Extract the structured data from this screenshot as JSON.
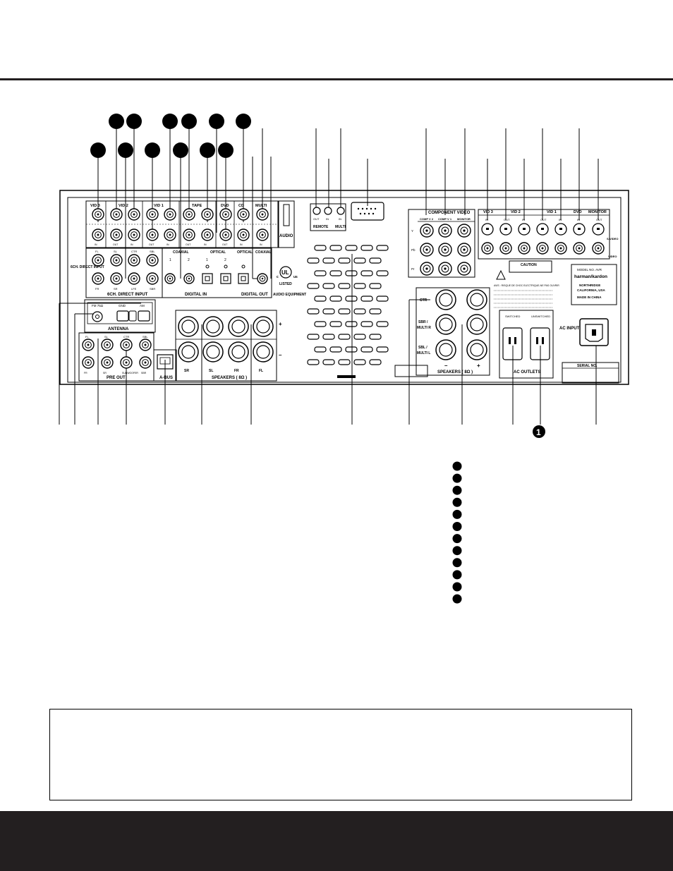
{
  "colors": {
    "ink": "#000000",
    "footer": "#231f20",
    "paper": "#ffffff"
  },
  "jacks_top_row": [
    "VID 3",
    "VID 2",
    "VID 1",
    "TAPE",
    "DVD",
    "CD",
    "MULTI"
  ],
  "jacks_top_row_sub": [
    "IN",
    "OUT",
    "IN",
    "OUT",
    "IN",
    "OUT",
    "IN",
    "OUT",
    "IN",
    "IN",
    "IN",
    "OUT"
  ],
  "audio": "AUDIO",
  "six_ch": {
    "title": "6CH. DIRECT INPUT",
    "side": "6CH. DIRECT INPUT",
    "top": [
      "FL",
      "SL",
      "CTR",
      "SBL"
    ],
    "bottom": [
      "FR",
      "SR",
      "LFE",
      "SBR"
    ]
  },
  "digital_in": {
    "title": "DIGITAL IN",
    "coaxial": "COAXIAL",
    "optical": "OPTICAL",
    "nums": [
      "1",
      "2",
      "1",
      "2"
    ]
  },
  "digital_out": {
    "title": "DIGITAL OUT",
    "optical": "OPTICAL",
    "coaxial": "COAXIAL"
  },
  "ul": {
    "mark": "UL",
    "c": "c",
    "us": "us",
    "listed": "LISTED",
    "sub": "AUDIO EQUIPMENT"
  },
  "remote": {
    "title": "REMOTE",
    "out": "OUT",
    "in": "IN"
  },
  "multi": {
    "title": "MULTI",
    "in": "IN"
  },
  "component": {
    "title": "COMPONENT VIDEO",
    "cols": [
      "COMP V 2",
      "COMP V 1",
      "MONITOR"
    ],
    "rows": [
      "Y",
      "Pb",
      "Pr"
    ]
  },
  "svideo": {
    "cols": [
      "VID 3",
      "VID 2",
      "VID 1",
      "DVD",
      "MONITOR"
    ],
    "subs": [
      "IN",
      "OUT",
      "IN",
      "OUT",
      "IN",
      "IN",
      "OUT"
    ],
    "svideo": "S-VIDEO",
    "video": "VIDEO"
  },
  "caution": {
    "title": "CAUTION",
    "sub": "AVIS : RISQUE DE CHOC ELECTRIQUE-NE PAS OUVRIR"
  },
  "model": {
    "line1": "MODEL NO. AVR",
    "brand": "harman/kardon",
    "city": "NORTHRIDGE",
    "state": "CALIFORNIA, USA",
    "made": "MADE IN CHINA"
  },
  "antenna": {
    "title": "ANTENNA",
    "fm": "FM 75Ω",
    "gnd": "GND",
    "am": "AM"
  },
  "preout": {
    "title": "PRE OUT",
    "top": [
      "FL",
      "SL",
      "CTR",
      "SBL"
    ],
    "bottom": [
      "FR",
      "SR",
      "SUBWOOFER",
      "SBR"
    ]
  },
  "abus": "A-BUS",
  "speakers_left": {
    "title": "SPEAKERS ( 8Ω )",
    "cols": [
      "SR",
      "SL",
      "FR",
      "FL"
    ],
    "plus": "+",
    "minus": "–"
  },
  "speakers_right": {
    "title": "SPEAKERS ( 8Ω )",
    "rows": [
      "CTR",
      "SBR / MULTI R",
      "SBL / MULTI L"
    ],
    "minus": "–",
    "plus": "+"
  },
  "ac_outlets": {
    "title": "AC OUTLETS",
    "switched": "SWITCHED",
    "unswitched": "UNSWITCHED"
  },
  "ac_input": {
    "title": "AC INPUT"
  },
  "serial": "SERIAL NO.",
  "callout_one": "1"
}
